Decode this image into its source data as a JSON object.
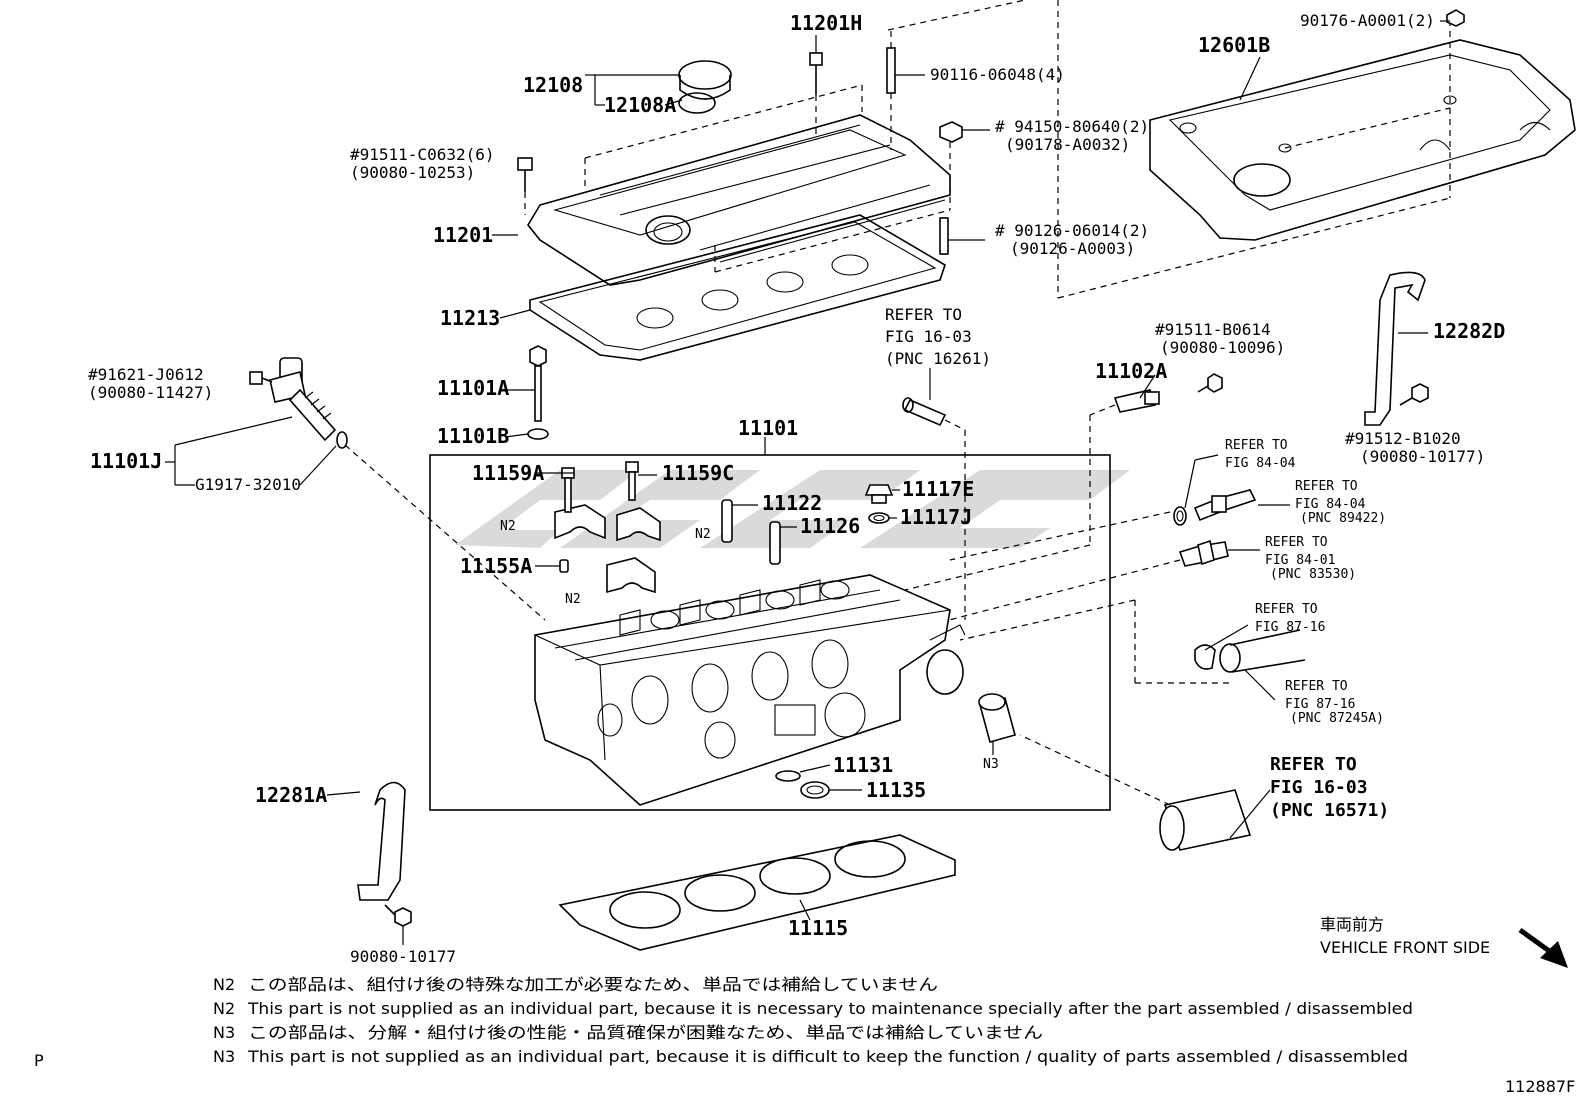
{
  "diagram": {
    "part_labels": {
      "p11201H": "11201H",
      "p12108": "12108",
      "p12108A": "12108A",
      "p90116": "90116-06048(4)",
      "p90176": "90176-A0001(2)",
      "p12601B": "12601B",
      "p91511c": "#91511-C0632(6)",
      "p90080_10253": "(90080-10253)",
      "p94150": "# 94150-80640(2)",
      "p90178": "(90178-A0032)",
      "p11201": "11201",
      "p90126": "# 90126-06014(2)",
      "p90126a": "(90126-A0003)",
      "p11213": "11213",
      "p12282D": "12282D",
      "p91511b": "#91511-B0614",
      "p90080_10096": "(90080-10096)",
      "p11102A": "11102A",
      "p91621": "#91621-J0612",
      "p90080_11427": "(90080-11427)",
      "p11101A": "11101A",
      "p11101B": "11101B",
      "p11101J": "11101J",
      "pG1917": "G1917-32010",
      "p11101": "11101",
      "p91512": "#91512-B1020",
      "p90080_10177a": "(90080-10177)",
      "p11159A": "11159A",
      "p11159C": "11159C",
      "p11117E": "11117E",
      "p11117J": "11117J",
      "p11122": "11122",
      "p11126": "11126",
      "p11155A": "11155A",
      "p11131": "11131",
      "p11135": "11135",
      "p12281A": "12281A",
      "p11115": "11115",
      "p90080_10177b": "90080-10177",
      "n2a": "N2",
      "n2b": "N2",
      "n2c": "N2",
      "n3": "N3"
    },
    "refs": {
      "r1_a": "REFER TO",
      "r1_b": "FIG 16-03",
      "r1_c": "(PNC 16261)",
      "r2_a": "REFER TO",
      "r2_b": "FIG 84-04",
      "r3_a": "REFER TO",
      "r3_b": "FIG 84-04",
      "r3_c": "(PNC 89422)",
      "r4_a": "REFER TO",
      "r4_b": "FIG 84-01",
      "r4_c": "(PNC 83530)",
      "r5_a": "REFER TO",
      "r5_b": "FIG 87-16",
      "r6_a": "REFER TO",
      "r6_b": "FIG 87-16",
      "r6_c": "(PNC 87245A)",
      "r7_a": "REFER TO",
      "r7_b": "FIG 16-03",
      "r7_c": "(PNC 16571)"
    },
    "front": {
      "jp": "車両前方",
      "en": "VEHICLE FRONT SIDE"
    },
    "notes": [
      {
        "tag": "N2",
        "text": "この部品は、組付け後の特殊な加工が必要なため、単品では補給していません"
      },
      {
        "tag": "N2",
        "text": "This part is not supplied as an individual part, because it is necessary to maintenance specially after the part assembled / disassembled"
      },
      {
        "tag": "N3",
        "text": "この部品は、分解・組付け後の性能・品質確保が困難なため、単品では補給していません"
      },
      {
        "tag": "N3",
        "text": "This part is not supplied as an individual part, because it is difficult to keep the function / quality of parts  assembled / disassembled"
      }
    ],
    "page_letter": "P",
    "figure_id": "112887F"
  }
}
